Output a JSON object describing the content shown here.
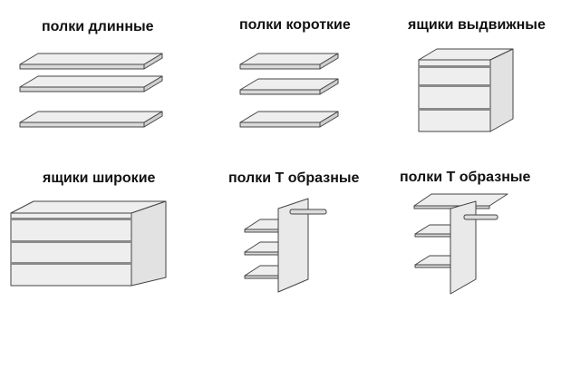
{
  "items": [
    {
      "label": "полки длинные"
    },
    {
      "label": "полки короткие"
    },
    {
      "label": "ящики выдвижные"
    },
    {
      "label": "ящики широкие"
    },
    {
      "label": "полки Т образные"
    },
    {
      "label": "полки Т образные"
    }
  ],
  "colors": {
    "outline": "#444444",
    "shelf_top": "#eeeeee",
    "shelf_edge": "#d9d9d9",
    "panel_front": "#eeeeee",
    "panel_side": "#e2e2e2",
    "drawer_gap": "#8a8a8a"
  }
}
